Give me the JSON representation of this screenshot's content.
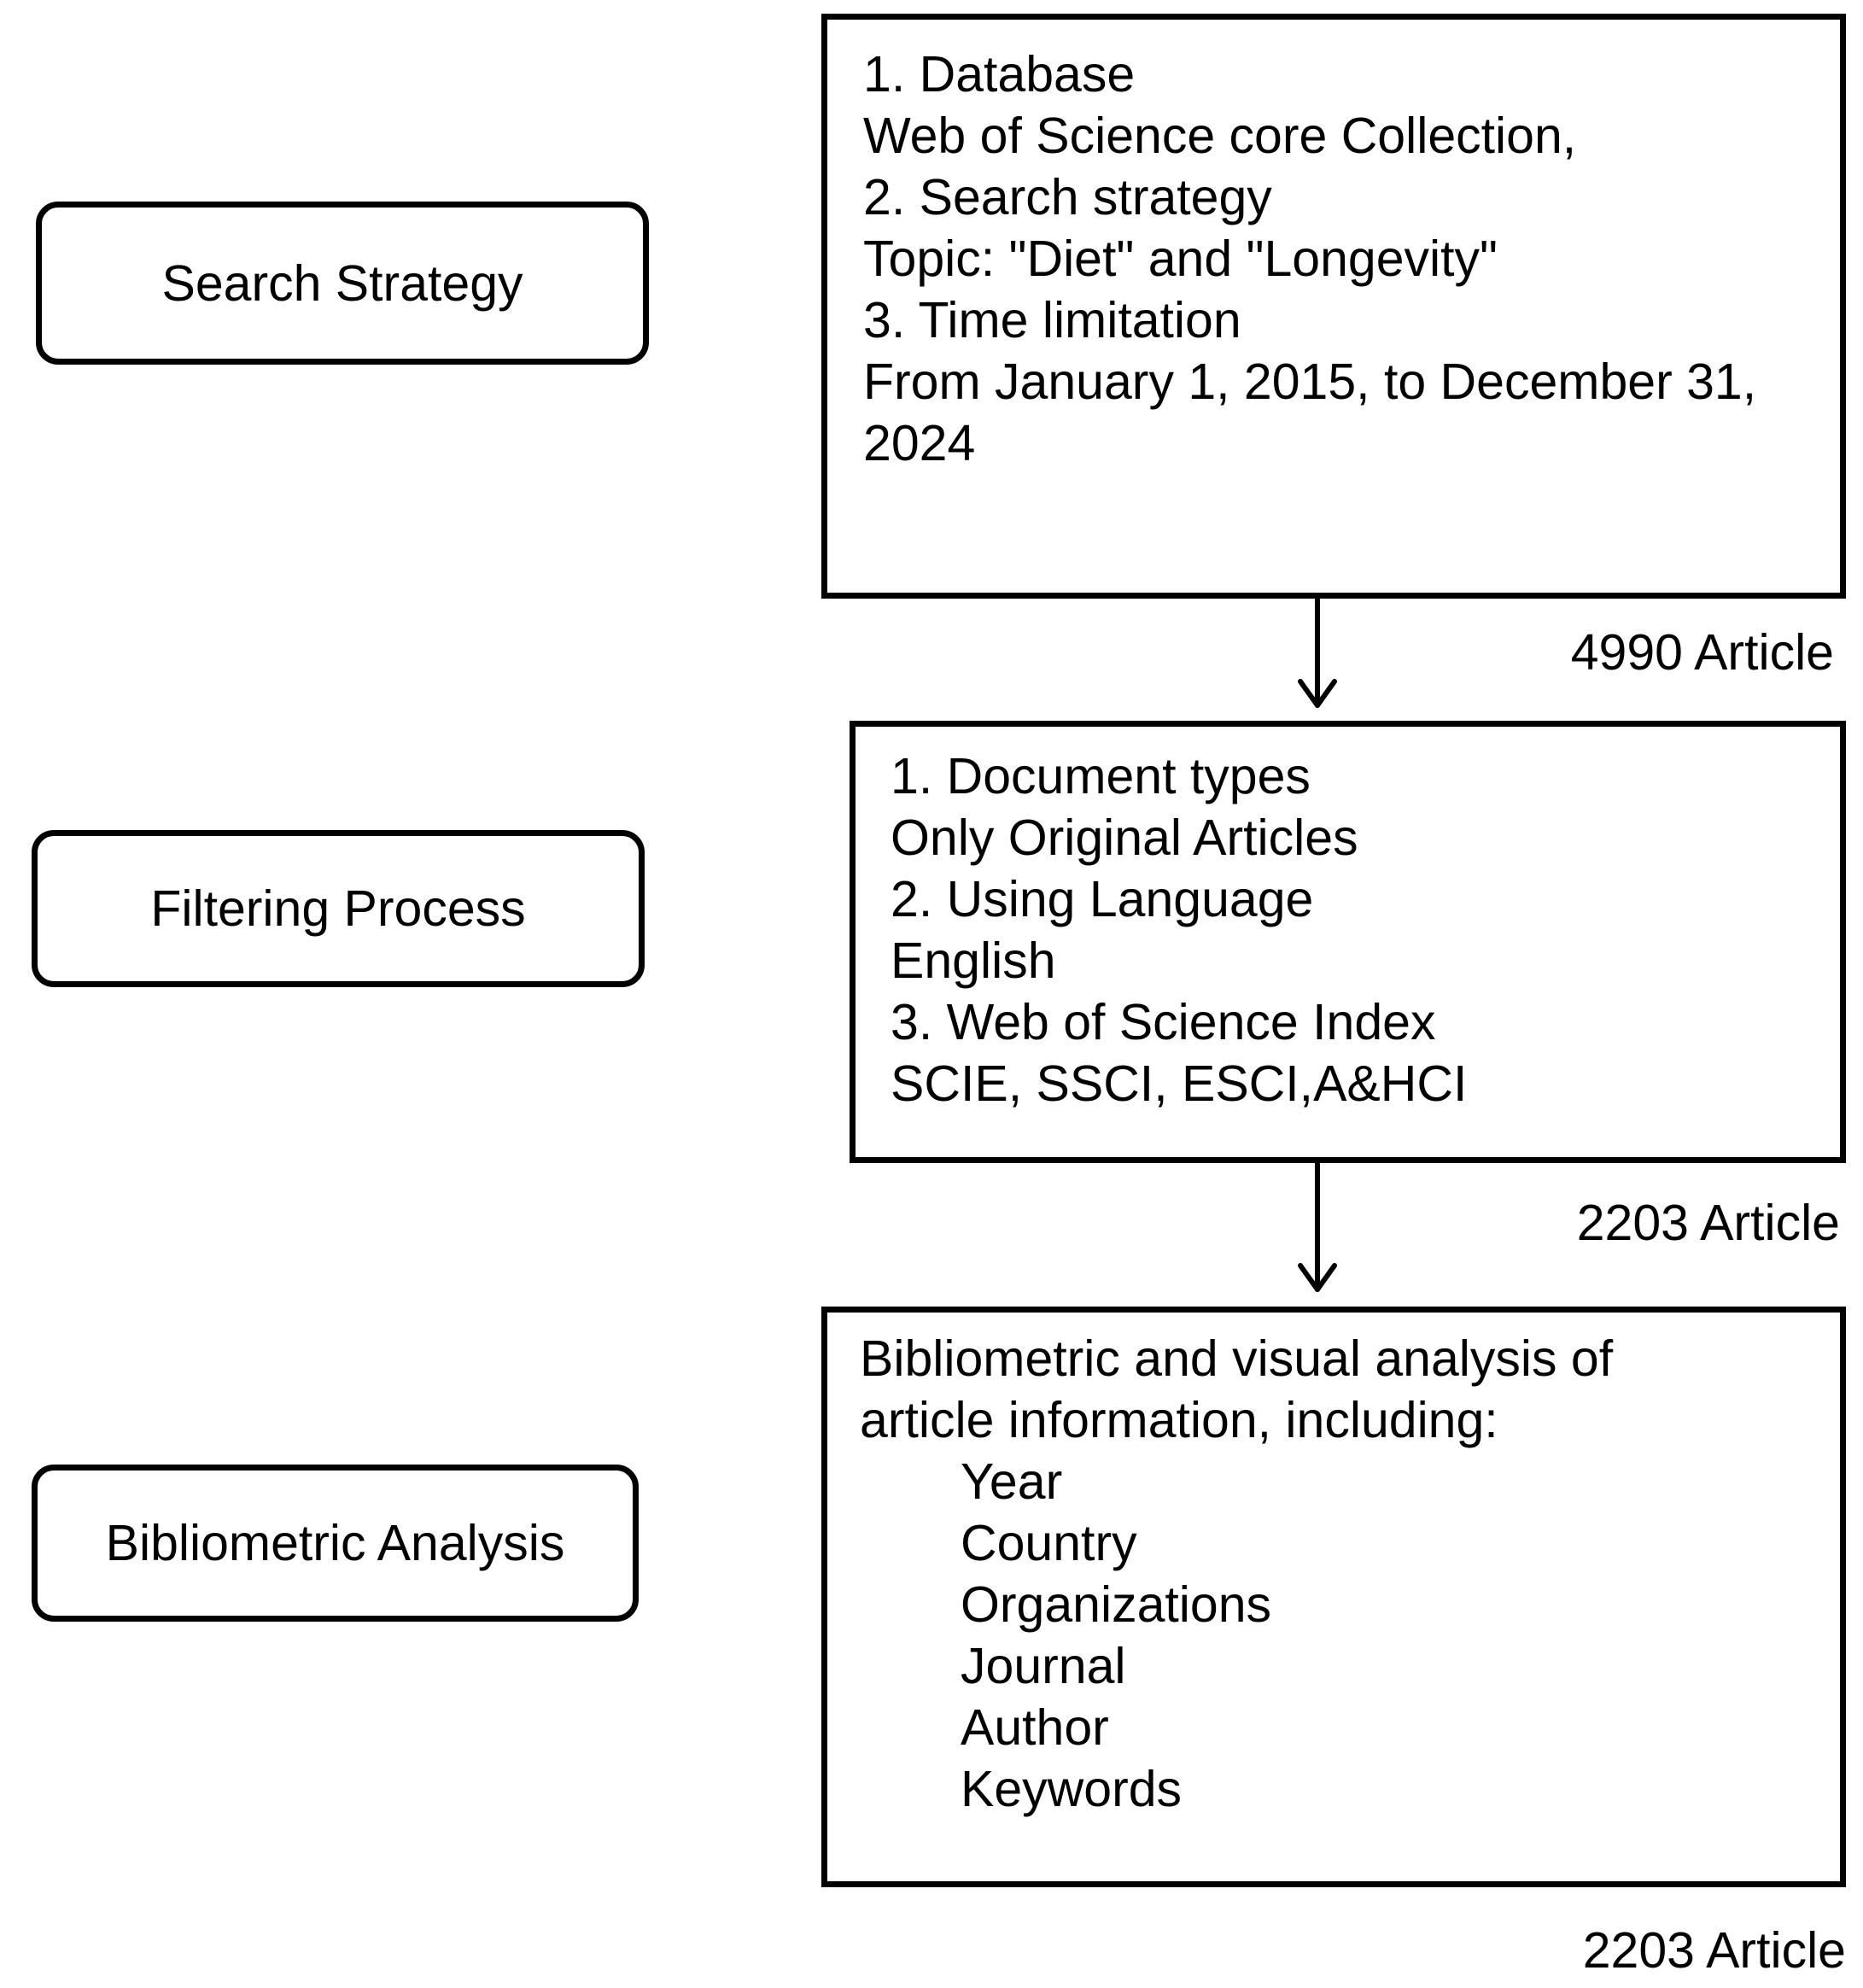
{
  "stages": {
    "search_strategy": "Search Strategy",
    "filtering_process": "Filtering Process",
    "bibliometric_analysis": "Bibliometric  Analysis"
  },
  "search_box": {
    "lines": [
      "1. Database",
      "Web of Science core Collection,",
      "2. Search strategy",
      "Topic:  \"Diet\" and \"Longevity\"",
      "3. Time limitation",
      "From January 1, 2015, to December 31,",
      "2024"
    ]
  },
  "filter_box": {
    "lines": [
      "1. Document types",
      "Only Original Articles",
      "2. Using Language",
      "English",
      "3. Web of Science Index",
      "SCIE, SSCI, ESCI,A&HCI"
    ]
  },
  "analysis_box": {
    "intro": [
      "Bibliometric  and visual analysis of",
      "article information,  including:"
    ],
    "items": [
      "Year",
      "Country",
      "Organizations",
      "Journal",
      "Author",
      "Keywords"
    ]
  },
  "counts": {
    "after_search": "4990 Article",
    "after_filter": "2203 Article",
    "final": "2203 Article"
  }
}
